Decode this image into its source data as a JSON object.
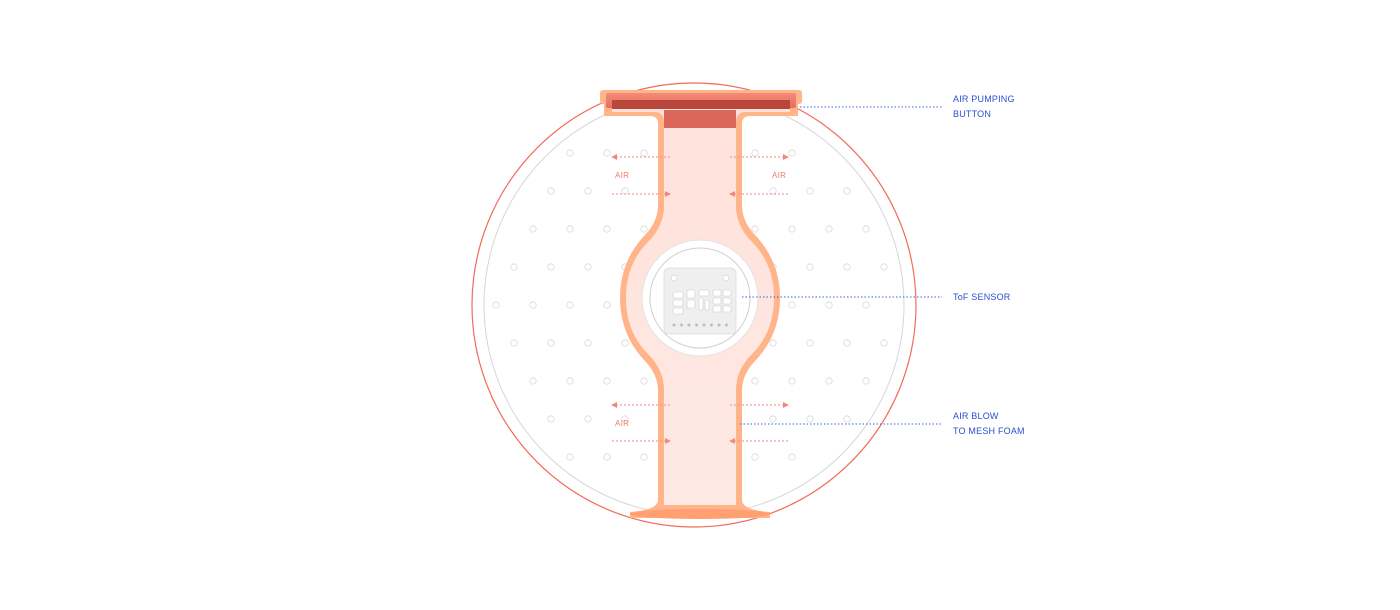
{
  "callouts": {
    "pump_line1": "AIR PUMPING",
    "pump_line2": "BUTTON",
    "tof": "ToF SENSOR",
    "blow_line1": "AIR BLOW",
    "blow_line2": "TO MESH FOAM"
  },
  "airflow": {
    "top_left": "AIR",
    "top_right": "AIR",
    "bottom_left": "AIR"
  },
  "colors": {
    "outer_outline": "#f26b5b",
    "inner_outline": "#d9d9d9",
    "shell": "#ffb48a",
    "shell_inner": "#ffe6e0",
    "cap": "#ee8070",
    "callout_text": "#2a4fd1",
    "arrow": "#f08a80"
  }
}
